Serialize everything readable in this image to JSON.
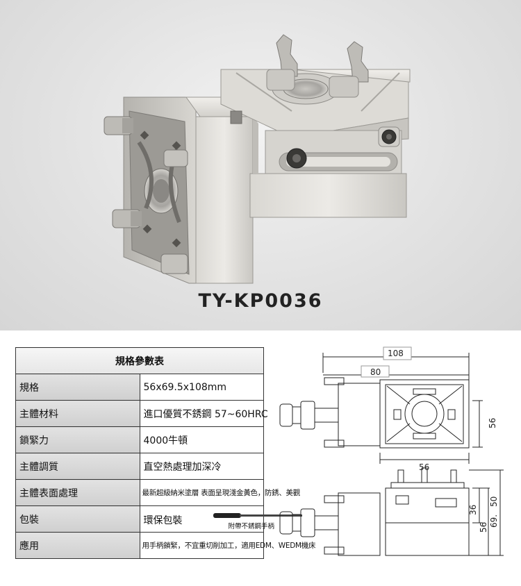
{
  "product": {
    "model": "TY-KP0036"
  },
  "spec_table": {
    "title": "規格參數表",
    "rows": [
      {
        "label": "規格",
        "value": "56x69.5x108mm"
      },
      {
        "label": "主體材料",
        "value": "進口優質不銹鋼 57~60HRC"
      },
      {
        "label": "鎖緊力",
        "value": "4000牛頓"
      },
      {
        "label": "主體調質",
        "value": "直空熱處理加深冷"
      },
      {
        "label": "主體表面處理",
        "value": "最新超級納米塗層 表面呈現淺金黃色，防銹、美觀"
      },
      {
        "label": "包裝",
        "value": "環保包裝",
        "note": "附帶不銹鋼手柄"
      },
      {
        "label": "應用",
        "value": "用手柄鎖緊，不宜重切削加工，適用EDM、WEDM機床"
      }
    ]
  },
  "drawing": {
    "top_view": {
      "width_total": "108",
      "width_body": "80",
      "width_square": "56",
      "height_square": "56"
    },
    "side_view": {
      "dim_lower": "36",
      "dim_body": "56",
      "dim_total_a": "69.",
      "dim_total_b": "50"
    }
  },
  "colors": {
    "table_border": "#333333",
    "label_bg": "#d8d8d8",
    "photo_bg": "#e0e0e0"
  }
}
